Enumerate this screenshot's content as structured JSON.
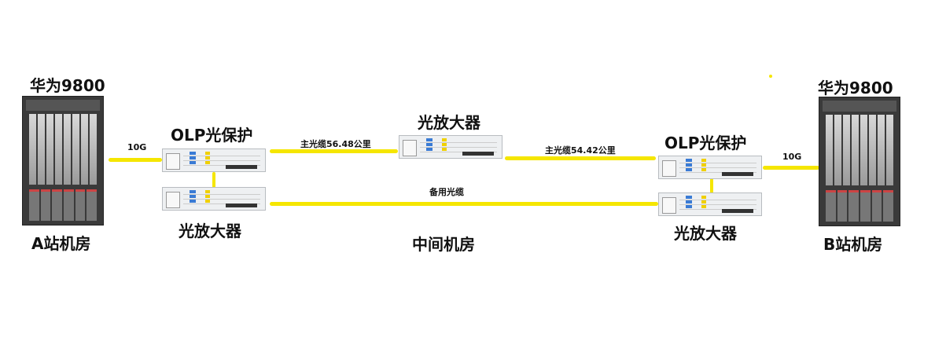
{
  "site_a": {
    "device": "华为9800",
    "room": "A站机房",
    "link": "10G",
    "olp": "OLP光保护",
    "amp": "光放大器"
  },
  "middle": {
    "amp": "光放大器",
    "room": "中间机房",
    "main_cable_a": "主光缆56.48公里",
    "main_cable_b": "主光缆54.42公里",
    "backup_cable": "备用光缆"
  },
  "site_b": {
    "device": "华为9800",
    "room": "B站机房",
    "link": "10G",
    "olp": "OLP光保护",
    "amp": "光放大器"
  },
  "colors": {
    "fiber": "#f5e600"
  }
}
